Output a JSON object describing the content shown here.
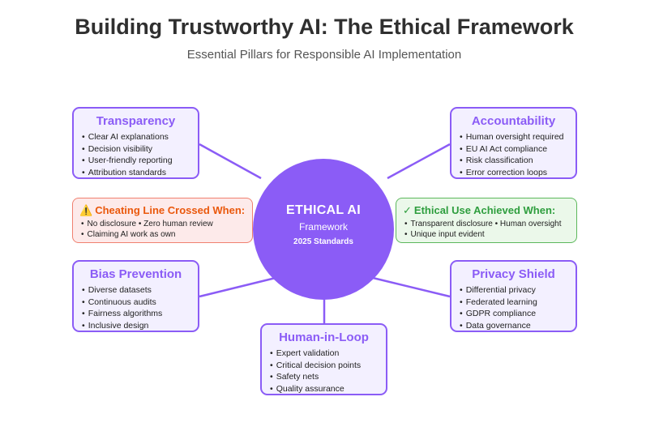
{
  "header": {
    "title": "Building Trustworthy AI: The Ethical Framework",
    "subtitle": "Essential Pillars for Responsible AI Implementation"
  },
  "hub": {
    "title": "ETHICAL AI",
    "subtitle": "Framework",
    "year_label": "2025 Standards"
  },
  "pillars": [
    {
      "title": "Transparency",
      "items": [
        "Clear AI explanations",
        "Decision visibility",
        "User-friendly reporting",
        "Attribution standards"
      ]
    },
    {
      "title": "Accountability",
      "items": [
        "Human oversight required",
        "EU AI Act compliance",
        "Risk classification",
        "Error correction loops"
      ]
    },
    {
      "title": "Bias Prevention",
      "items": [
        "Diverse datasets",
        "Continuous audits",
        "Fairness algorithms",
        "Inclusive design"
      ]
    },
    {
      "title": "Privacy Shield",
      "items": [
        "Differential privacy",
        "Federated learning",
        "GDPR compliance",
        "Data governance"
      ]
    },
    {
      "title": "Human-in-Loop",
      "items": [
        "Expert validation",
        "Critical decision points",
        "Safety nets",
        "Quality assurance"
      ]
    }
  ],
  "callouts": {
    "cheating": {
      "icon": "⚠️",
      "title": "Cheating Line Crossed When:",
      "items": [
        "No disclosure • Zero human review",
        "Claiming AI work as own"
      ]
    },
    "ethical": {
      "icon": "✓",
      "title": "Ethical Use Achieved When:",
      "items": [
        "Transparent disclosure • Human oversight",
        "Unique input evident"
      ]
    }
  },
  "colors": {
    "accent": "#8b5cf6",
    "pillar_fill": "#f3f0ff",
    "warning": "#ea580c",
    "success": "#2e9e3e"
  }
}
